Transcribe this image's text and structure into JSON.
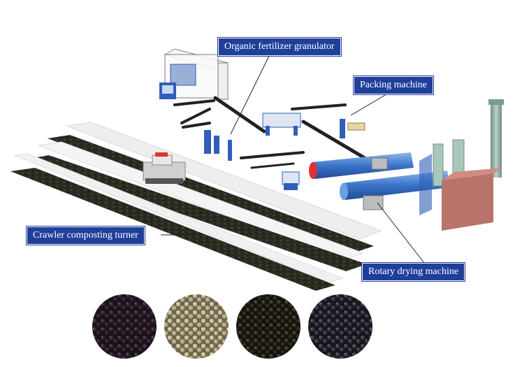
{
  "labels": {
    "granulator": "Organic fertilizer granulator",
    "packing": "Packing machine",
    "turner": "Crawler composting turner",
    "drying": "Rotary drying machine"
  },
  "colors": {
    "callout_bg": "#1f3f9a",
    "machine_blue": "#2f5fb8",
    "drum_blue": "#3a73c8",
    "compost": "#2b2b22",
    "brick": "#b8736a",
    "chimney": "#8aa99e"
  },
  "samples": [
    {
      "name": "pellets-black",
      "color": "#2a1e2c"
    },
    {
      "name": "pellets-beige",
      "color": "#b9ad8a"
    },
    {
      "name": "pellets-dark",
      "color": "#2d2a20"
    },
    {
      "name": "pellets-charcoal",
      "color": "#3a3a44"
    }
  ]
}
